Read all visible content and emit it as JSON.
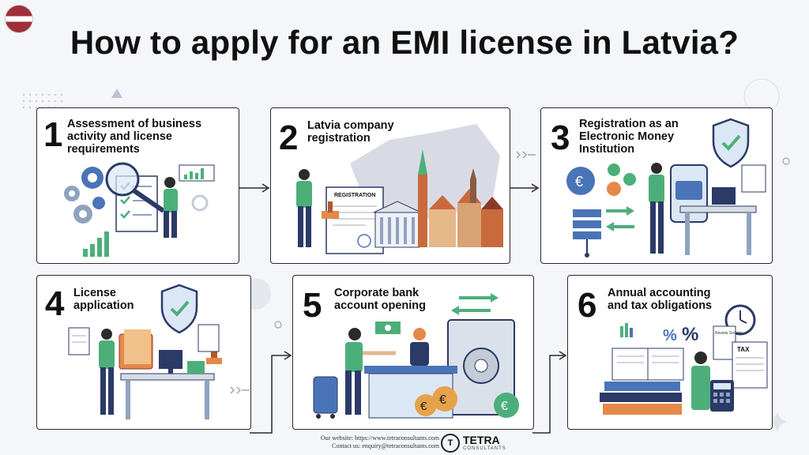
{
  "flag": {
    "icon": "latvia-flag-icon",
    "colors": [
      "#9e3039",
      "#ffffff",
      "#9e3039"
    ]
  },
  "title": "How to apply for an EMI license in Latvia?",
  "steps": [
    {
      "number": "1",
      "label": "Assessment of business\nactivity and license\nrequirements",
      "icon": "magnifier-checklist-icon"
    },
    {
      "number": "2",
      "label": "Latvia company\nregistration",
      "icon": "registration-document-icon",
      "doc_heading": "REGISTRATION"
    },
    {
      "number": "3",
      "label": "Registration as an\nElectronic Money\nInstitution",
      "icon": "shield-check-icon"
    },
    {
      "number": "4",
      "label": "License\napplication",
      "icon": "shield-check-icon"
    },
    {
      "number": "5",
      "label": "Corporate bank\naccount opening",
      "icon": "bank-vault-icon"
    },
    {
      "number": "6",
      "label": "Annual accounting\nand tax obligations",
      "icon": "tax-clock-icon",
      "doc_heading": "TAX",
      "review_text": "Review Sociale"
    }
  ],
  "footer": {
    "website": "Our website: https://www.tetraconsultants.com",
    "contact": "Contact us: enquiry@tetraconsultants.com",
    "brand": "TETRA",
    "brand_sub": "CONSULTANTS",
    "logo_glyph": "T"
  },
  "accent_colors": {
    "green": "#4caf7a",
    "navy": "#2b3a67",
    "blue": "#4a74b8",
    "orange": "#e5894a"
  }
}
